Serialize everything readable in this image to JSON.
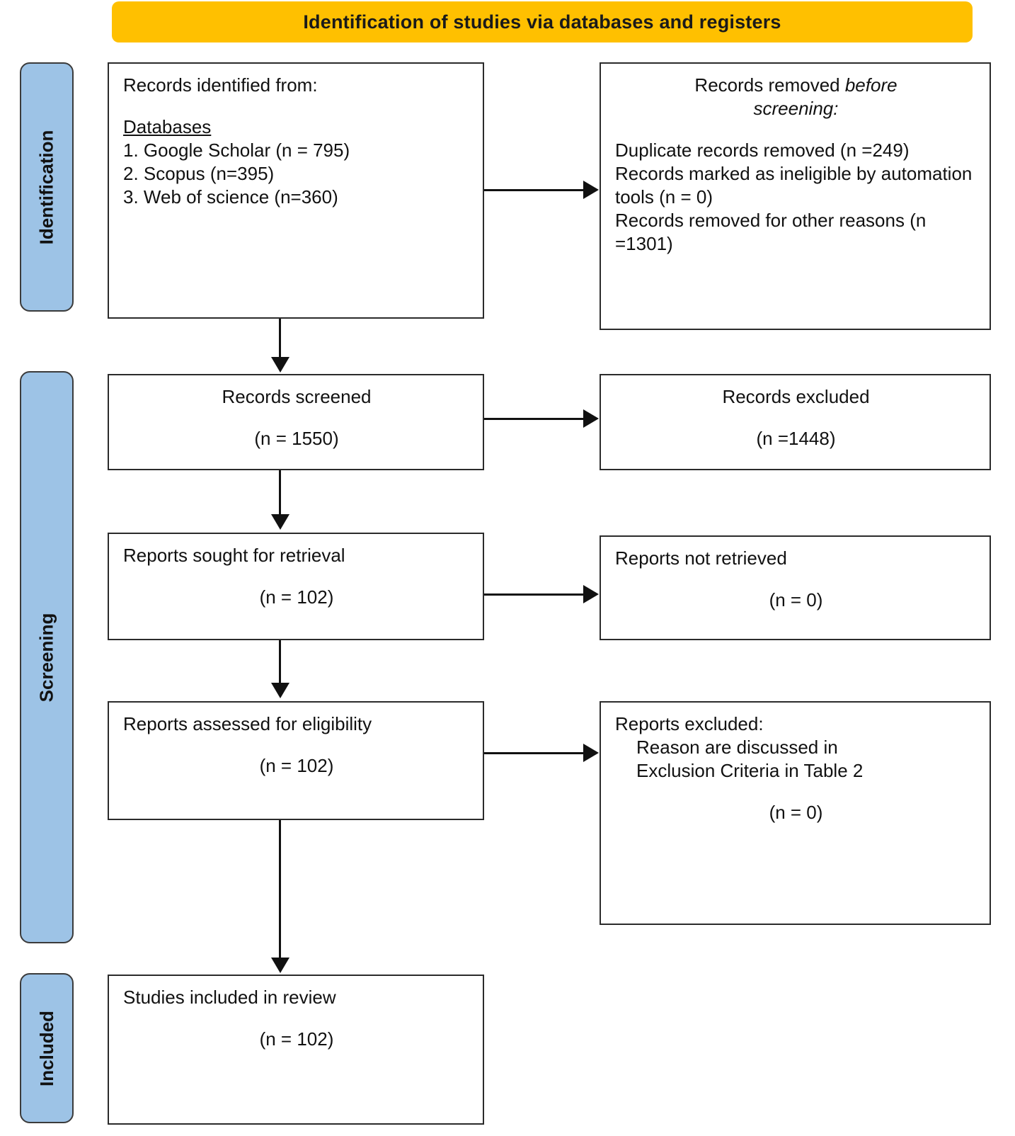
{
  "banner": {
    "title": "Identification of studies via databases and registers",
    "color": "#FFC000"
  },
  "stages": {
    "identification": "Identification",
    "screening": "Screening",
    "included": "Included",
    "color": "#9DC3E6"
  },
  "boxes": {
    "records_identified": {
      "heading": "Records identified from:",
      "subheading": "Databases",
      "sources": [
        "1. Google Scholar (n = 795)",
        "2. Scopus (n=395)",
        "3. Web of science (n=360)"
      ]
    },
    "records_removed": {
      "heading_line1": "Records removed ",
      "heading_italic1": "before",
      "heading_italic2": "screening",
      "heading_colon": ":",
      "reasons": [
        "Duplicate records removed (n =249)",
        "Records marked as ineligible by automation tools (n = 0)",
        "Records removed for other reasons (n =1301)"
      ]
    },
    "records_screened": {
      "label": "Records screened",
      "count": "(n = 1550)"
    },
    "records_excluded": {
      "label": "Records excluded",
      "count": "(n =1448)"
    },
    "reports_sought": {
      "label": "Reports sought for retrieval",
      "count": "(n = 102)"
    },
    "reports_not_retrieved": {
      "label": "Reports not retrieved",
      "count": "(n = 0)"
    },
    "reports_assessed": {
      "label": "Reports assessed for eligibility",
      "count": "(n = 102)"
    },
    "reports_excluded": {
      "label": "Reports excluded:",
      "reason_line1": "Reason are discussed in",
      "reason_line2": "Exclusion Criteria in Table 2",
      "count": "(n = 0)"
    },
    "studies_included": {
      "label": "Studies included in review",
      "count": "(n = 102)"
    }
  }
}
